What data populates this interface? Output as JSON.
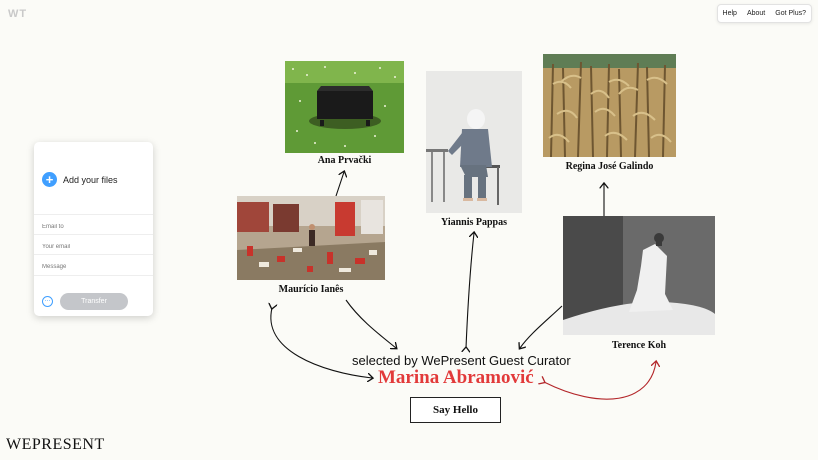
{
  "brand_mark": "WT",
  "nav": {
    "help": "Help",
    "about": "About",
    "plus": "Got Plus?"
  },
  "transfer_panel": {
    "add_label": "Add your files",
    "plus_glyph": "+",
    "email_to_placeholder": "Email to",
    "your_email_placeholder": "Your email",
    "message_placeholder": "Message",
    "more_glyph": "...",
    "transfer_label": "Transfer"
  },
  "artists": {
    "ana": "Ana Prvački",
    "yiannis": "Yiannis Pappas",
    "regina": "Regina José Galindo",
    "mauricio": "Maurício Ianês",
    "terence": "Terence Koh"
  },
  "curator": {
    "subtitle": "selected by WePresent Guest Curator",
    "name": "Marina Abramović"
  },
  "cta": "Say Hello",
  "brand": "WEPRESENT",
  "colors": {
    "accent_blue": "#409fff",
    "curator_red": "#e23a3a"
  }
}
